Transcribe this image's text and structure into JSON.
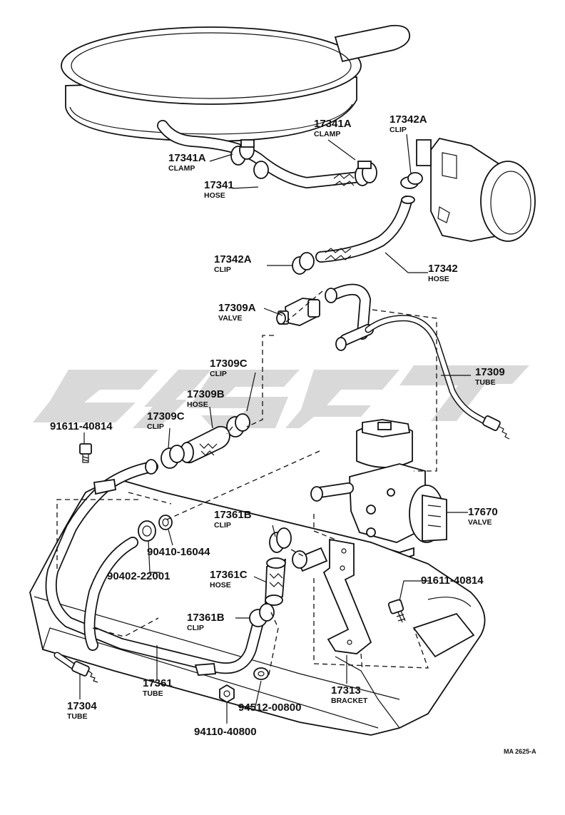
{
  "watermark": "",
  "footer_code": "MA 2625-A",
  "labels": {
    "l_17341a_top": {
      "num": "17341A",
      "sub": "CLAMP"
    },
    "l_17342a_top": {
      "num": "17342A",
      "sub": "CLIP"
    },
    "l_17341a_left": {
      "num": "17341A",
      "sub": "CLAMP"
    },
    "l_17341": {
      "num": "17341",
      "sub": "HOSE"
    },
    "l_17342a_mid": {
      "num": "17342A",
      "sub": "CLIP"
    },
    "l_17342": {
      "num": "17342",
      "sub": "HOSE"
    },
    "l_17309a": {
      "num": "17309A",
      "sub": "VALVE"
    },
    "l_17309c_right": {
      "num": "17309C",
      "sub": "CLIP"
    },
    "l_17309": {
      "num": "17309",
      "sub": "TUBE"
    },
    "l_17309b": {
      "num": "17309B",
      "sub": "HOSE"
    },
    "l_17309c_left": {
      "num": "17309C",
      "sub": "CLIP"
    },
    "l_91611_left": {
      "num": "91611-40814",
      "sub": ""
    },
    "l_17361b_top": {
      "num": "17361B",
      "sub": "CLIP"
    },
    "l_17670": {
      "num": "17670",
      "sub": "VALVE"
    },
    "l_90410": {
      "num": "90410-16044",
      "sub": ""
    },
    "l_90402": {
      "num": "90402-22001",
      "sub": ""
    },
    "l_17361c": {
      "num": "17361C",
      "sub": "HOSE"
    },
    "l_91611_right": {
      "num": "91611-40814",
      "sub": ""
    },
    "l_17361b_bot": {
      "num": "17361B",
      "sub": "CLIP"
    },
    "l_17361": {
      "num": "17361",
      "sub": "TUBE"
    },
    "l_17313": {
      "num": "17313",
      "sub": "BRACKET"
    },
    "l_17304": {
      "num": "17304",
      "sub": "TUBE"
    },
    "l_94512": {
      "num": "94512-00800",
      "sub": ""
    },
    "l_94110": {
      "num": "94110-40800",
      "sub": ""
    }
  }
}
